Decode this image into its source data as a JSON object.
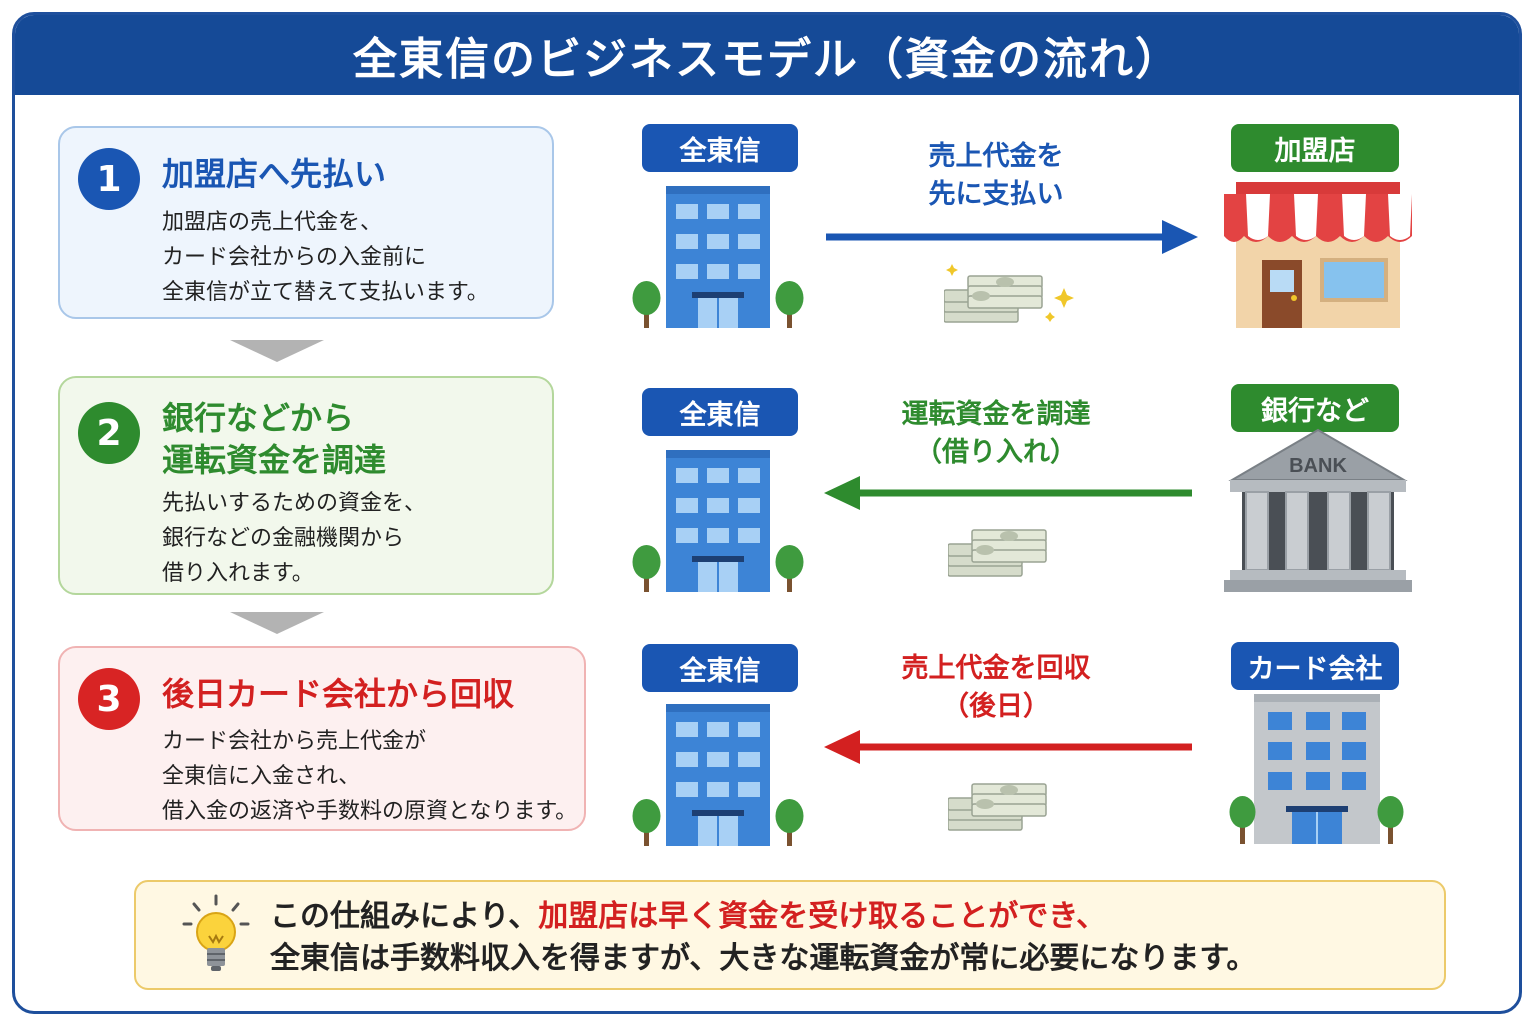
{
  "title": "全東信のビジネスモデル（資金の流れ）",
  "colors": {
    "blue": "#1a56b3",
    "green": "#2e8b2e",
    "red": "#d32020",
    "navy": "#154a97"
  },
  "steps": [
    {
      "number": "1",
      "title_lines": [
        "加盟店へ先払い"
      ],
      "body_lines": [
        "加盟店の売上代金を、",
        "カード会社からの入金前に",
        "全東信が立て替えて支払います。"
      ]
    },
    {
      "number": "2",
      "title_lines": [
        "銀行などから",
        "運転資金を調達"
      ],
      "body_lines": [
        "先払いするための資金を、",
        "銀行などの金融機関から",
        "借り入れます。"
      ]
    },
    {
      "number": "3",
      "title_lines": [
        "後日カード会社から回収"
      ],
      "body_lines": [
        "カード会社から売上代金が",
        "全東信に入金され、",
        "借入金の返済や手数料の原資となります。"
      ]
    }
  ],
  "flows": [
    {
      "left_label": "全東信",
      "right_label": "加盟店",
      "direction": "right",
      "text_lines": [
        "売上代金を",
        "先に支払い"
      ],
      "left_icon": "office-building-icon",
      "right_icon": "store-icon"
    },
    {
      "left_label": "全東信",
      "right_label": "銀行など",
      "direction": "left",
      "text_lines": [
        "運転資金を調達",
        "（借り入れ）"
      ],
      "left_icon": "office-building-icon",
      "right_icon": "bank-icon",
      "bank_sign": "BANK"
    },
    {
      "left_label": "全東信",
      "right_label": "カード会社",
      "direction": "left",
      "text_lines": [
        "売上代金を回収",
        "（後日）"
      ],
      "left_icon": "office-building-icon",
      "right_icon": "gray-building-icon"
    }
  ],
  "note": {
    "icon": "lightbulb-icon",
    "line1_prefix": "この仕組みにより、",
    "line1_highlight": "加盟店は早く資金を受け取ることができ、",
    "line2": "全東信は手数料収入を得ますが、大きな運転資金が常に必要になります。"
  }
}
